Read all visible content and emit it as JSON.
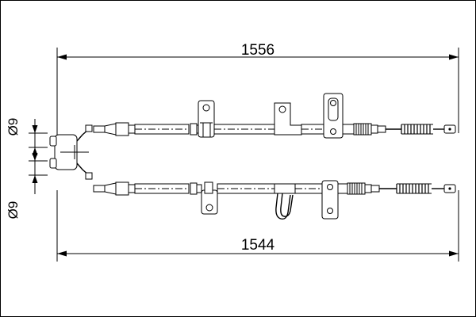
{
  "diagram": {
    "title": "brake-cable-technical-drawing",
    "dimensions": {
      "upper_length": "1556",
      "lower_length": "1544",
      "upper_diameter": "Ø9",
      "lower_diameter": "Ø9"
    },
    "colors": {
      "line": "#000000",
      "background": "#ffffff"
    }
  }
}
